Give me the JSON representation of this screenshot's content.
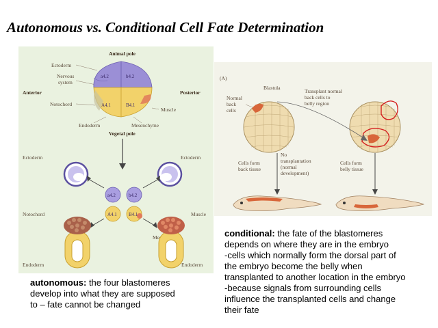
{
  "slide": {
    "title": "Autonomous vs. Conditional Cell Fate Determination"
  },
  "left_figure": {
    "top_labels": {
      "animal_pole": "Animal pole",
      "vegetal_pole": "Vegetal pole",
      "anterior": "Anterior",
      "posterior": "Posterior",
      "ectoderm": "Ectoderm",
      "nervous_system_1": "Nervous",
      "nervous_system_2": "system",
      "notochord": "Notochord",
      "endoderm": "Endoderm",
      "muscle": "Muscle",
      "mesenchyme": "Mesenchyme"
    },
    "cells": {
      "a42": "a4.2",
      "b42": "b4.2",
      "A41": "A4.1",
      "B41": "B4.1"
    },
    "bottom_labels": {
      "ectoderm_left": "Ectoderm",
      "ectoderm_right": "Ectoderm",
      "notochord": "Notochord",
      "muscle": "Muscle",
      "mesenchyme": "Mesenchyme",
      "endoderm_left": "Endoderm",
      "endoderm_right": "Endoderm"
    }
  },
  "right_figure": {
    "panel_label": "(A)",
    "blastula": "Blastula",
    "normal_back_cells_1": "Normal",
    "normal_back_cells_2": "back",
    "normal_back_cells_3": "cells",
    "transplant_1": "Transplant normal",
    "transplant_2": "back cells to",
    "transplant_3": "belly region",
    "back_tissue_1": "Cells form",
    "back_tissue_2": "back tissue",
    "no_transplant_1": "No",
    "no_transplant_2": "transplantation",
    "no_transplant_3": "(normal",
    "no_transplant_4": "development)",
    "belly_tissue_1": "Cells form",
    "belly_tissue_2": "belly tissue"
  },
  "captions": {
    "autonomous": {
      "term": "autonomous:",
      "line1": " the four blastomeres",
      "line2": "develop into what they are supposed",
      "line3": "to – fate cannot be changed"
    },
    "conditional": {
      "term": "conditional:",
      "line1": " the fate of the blastomeres",
      "line2": "depends on where they are in the embryo",
      "line3": "-cells which normally form the dorsal part of",
      "line4": "the embryo become the belly when",
      "line5": "transplanted to another location in the embryo",
      "line6": "-because signals from surrounding cells",
      "line7": "influence the transplanted cells and change",
      "line8": "their fate"
    }
  },
  "colors": {
    "left_bg": "#eaf2e0",
    "right_bg": "#f3f3ea",
    "animal_cell": "#9b8fd6",
    "vegetal_cell": "#f2d26a",
    "muscle": "#e07a5a",
    "annotation_red": "#d42020"
  }
}
